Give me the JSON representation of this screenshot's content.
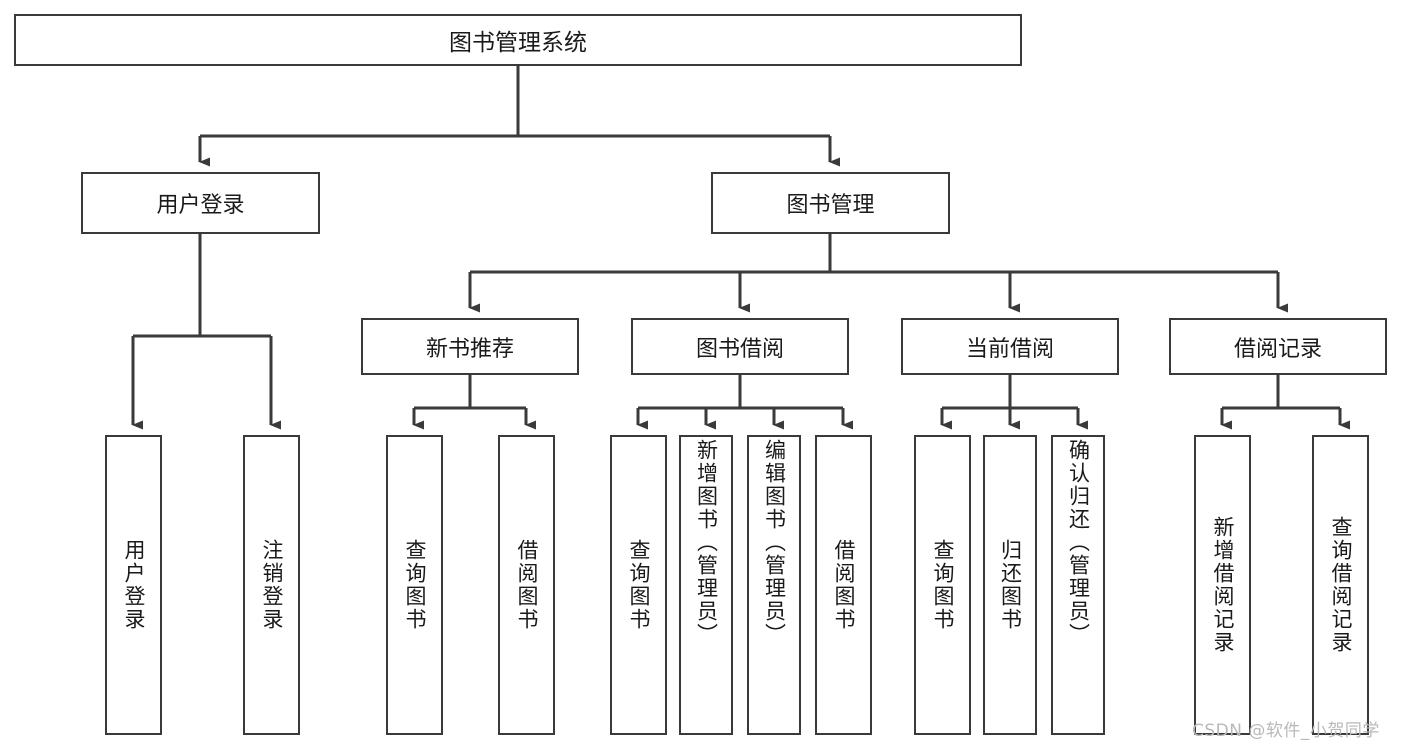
{
  "diagram": {
    "type": "tree",
    "title": "图书管理系统",
    "watermark": "CSDN @软件_小贺同学",
    "colors": {
      "background": "#ffffff",
      "box_border": "#3a3a3a",
      "box_fill": "#ffffff",
      "edge": "#3a3a3a",
      "text": "#1a1a1a",
      "watermark": "#b9b9b9"
    },
    "root": {
      "label": "图书管理系统"
    },
    "level2": [
      {
        "label": "用户登录"
      },
      {
        "label": "图书管理"
      }
    ],
    "level3": [
      {
        "label": "新书推荐"
      },
      {
        "label": "图书借阅"
      },
      {
        "label": "当前借阅"
      },
      {
        "label": "借阅记录"
      }
    ],
    "leaves": {
      "user_login": [
        {
          "label": "用户登录"
        },
        {
          "label": "注销登录"
        }
      ],
      "new_book_recommend": [
        {
          "label": "查询图书"
        },
        {
          "label": "借阅图书"
        }
      ],
      "book_borrow": [
        {
          "label": "查询图书"
        },
        {
          "label": "新增图书（管理员）"
        },
        {
          "label": "编辑图书（管理员）"
        },
        {
          "label": "借阅图书"
        }
      ],
      "current_borrow": [
        {
          "label": "查询图书"
        },
        {
          "label": "归还图书"
        },
        {
          "label": "确认归还（管理员）"
        }
      ],
      "borrow_record": [
        {
          "label": "新增借阅记录"
        },
        {
          "label": "查询借阅记录"
        }
      ]
    }
  }
}
